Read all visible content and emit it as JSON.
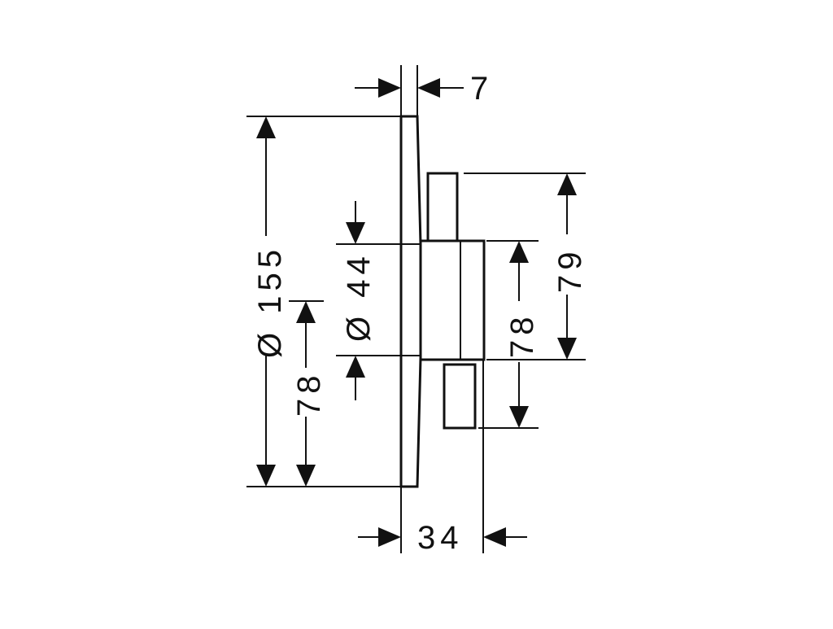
{
  "drawing": {
    "line_color": "#111111",
    "background": "#ffffff",
    "dimensions": {
      "plate_thickness": "7",
      "plate_diameter": "Ø 155",
      "lower_half_left": "78",
      "hub_diameter": "Ø 44",
      "upper_height_right": "79",
      "lower_height_right": "78",
      "depth": "34"
    }
  }
}
